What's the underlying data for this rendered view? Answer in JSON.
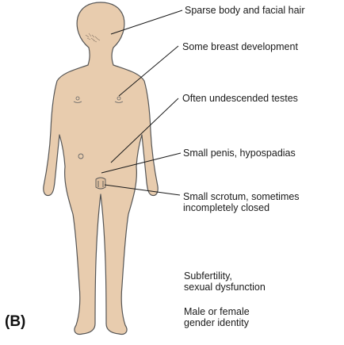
{
  "panel_label": "(B)",
  "body_fill": "#e8ccae",
  "outline_color": "#555555",
  "callouts": [
    {
      "id": "hair",
      "text": "Sparse body and facial hair"
    },
    {
      "id": "breast",
      "text": "Some breast development"
    },
    {
      "id": "testes",
      "text": "Often undescended testes"
    },
    {
      "id": "penis",
      "text": "Small penis, hypospadias"
    },
    {
      "id": "scrotum",
      "lines": [
        "Small scrotum, sometimes",
        "incompletely closed"
      ]
    }
  ],
  "notes": [
    {
      "lines": [
        "Subfertility,",
        "sexual dysfunction"
      ]
    },
    {
      "lines": [
        "Male or female",
        "gender identity"
      ]
    }
  ]
}
